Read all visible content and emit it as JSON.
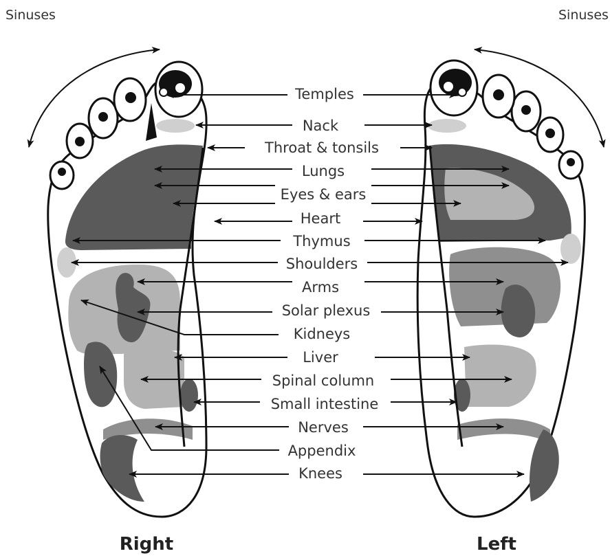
{
  "corner_labels": {
    "top_left": "Sinuses",
    "top_right": "Sinuses"
  },
  "feet": {
    "right": "Right",
    "left": "Left"
  },
  "zones": [
    "Temples",
    "Nack",
    "Throat & tonsils",
    "Lungs",
    "Eyes & ears",
    "Heart",
    "Thymus",
    "Shoulders",
    "Arms",
    "Solar plexus",
    "Kidneys",
    "Liver",
    "Spinal column",
    "Small intestine",
    "Nerves",
    "Appendix",
    "Knees"
  ],
  "colors": {
    "dark_zone": "#5a5a5a",
    "mid_zone": "#8f8f8f",
    "light_zone": "#b3b3b3",
    "pale_zone": "#cfcfcf",
    "outline": "#111111",
    "text": "#333333"
  }
}
